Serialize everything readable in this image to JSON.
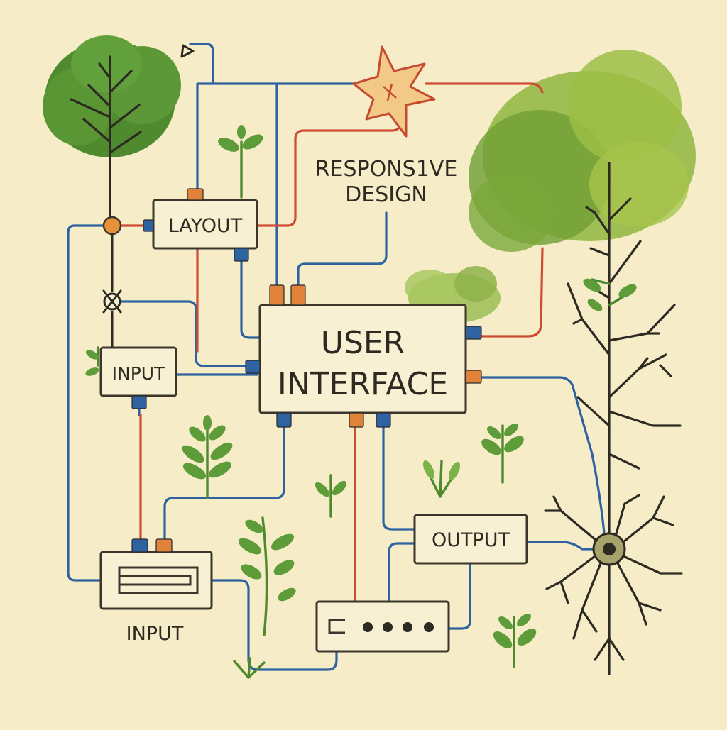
{
  "title": {
    "line1": "RESPONS1VE",
    "line2": "DESIGN"
  },
  "nodes": {
    "layout": "LAYOUT",
    "user_interface_line1": "USER",
    "user_interface_line2": "INTERFACE",
    "input_small": "INPUT",
    "input_bottom": "INPUT",
    "output": "OUTPUT"
  },
  "colors": {
    "background": "#f6edc8",
    "wire_blue": "#2f62a0",
    "wire_red": "#cf4b35",
    "port_orange": "#e0823a",
    "foliage": "#5e9c3a",
    "starburst": "#f3c987"
  },
  "icons": [
    "tree-left",
    "tree-right-cloud",
    "shrub",
    "starburst",
    "neuron",
    "sprouts",
    "arrowhead"
  ]
}
